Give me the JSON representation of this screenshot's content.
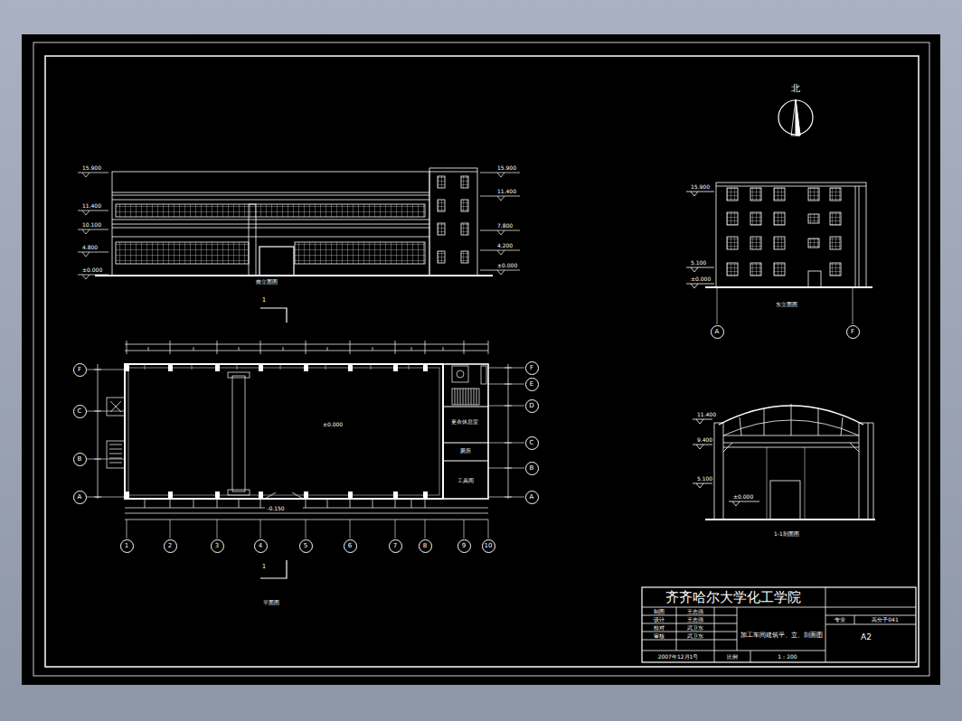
{
  "diagram": {
    "title": "齐齐哈尔大学化工学院",
    "nodes": [
      {
        "text": [
          "1"
        ]
      },
      {
        "text": [
          "2"
        ]
      },
      {
        "text": [
          "3"
        ]
      },
      {
        "text": [
          "4"
        ]
      },
      {
        "text": [
          "5"
        ]
      },
      {
        "text": [
          "6"
        ]
      },
      {
        "text": [
          "7"
        ]
      },
      {
        "text": [
          "8"
        ]
      },
      {
        "text": [
          "9"
        ]
      },
      {
        "text": [
          "10"
        ]
      },
      {
        "text": [
          "F"
        ]
      },
      {
        "text": [
          "C"
        ]
      },
      {
        "text": [
          "B"
        ]
      },
      {
        "text": [
          "A"
        ]
      },
      {
        "text": [
          "F"
        ]
      },
      {
        "text": [
          "E"
        ]
      },
      {
        "text": [
          "D"
        ]
      },
      {
        "text": [
          "C"
        ]
      },
      {
        "text": [
          "B"
        ]
      },
      {
        "text": [
          "A"
        ]
      },
      {
        "text": [
          "A"
        ]
      },
      {
        "text": [
          "F"
        ]
      }
    ],
    "labels": [
      "北",
      "15.900",
      "11.400",
      "10.100",
      "4.800",
      "±0.000",
      "15.900",
      "11.400",
      "7.800",
      "4.200",
      "±0.000",
      "南立面图",
      "1",
      "±0.000",
      "更衣休息室",
      "厕所",
      "工具间",
      "-0.150",
      "平面图",
      "1",
      "15.900",
      "5.100",
      "±0.000",
      "东立面图",
      "11.400",
      "9.400",
      "5.100",
      "±0.000",
      "1-1剖面图",
      "制图",
      "王志强",
      "设计",
      "王志强",
      "校对",
      "武卫东",
      "审核",
      "武卫东",
      "加工车间建筑平、立、剖面图",
      "专业",
      "高分子041",
      "A2",
      "2007年12月1号",
      "比例",
      "1：200"
    ]
  }
}
